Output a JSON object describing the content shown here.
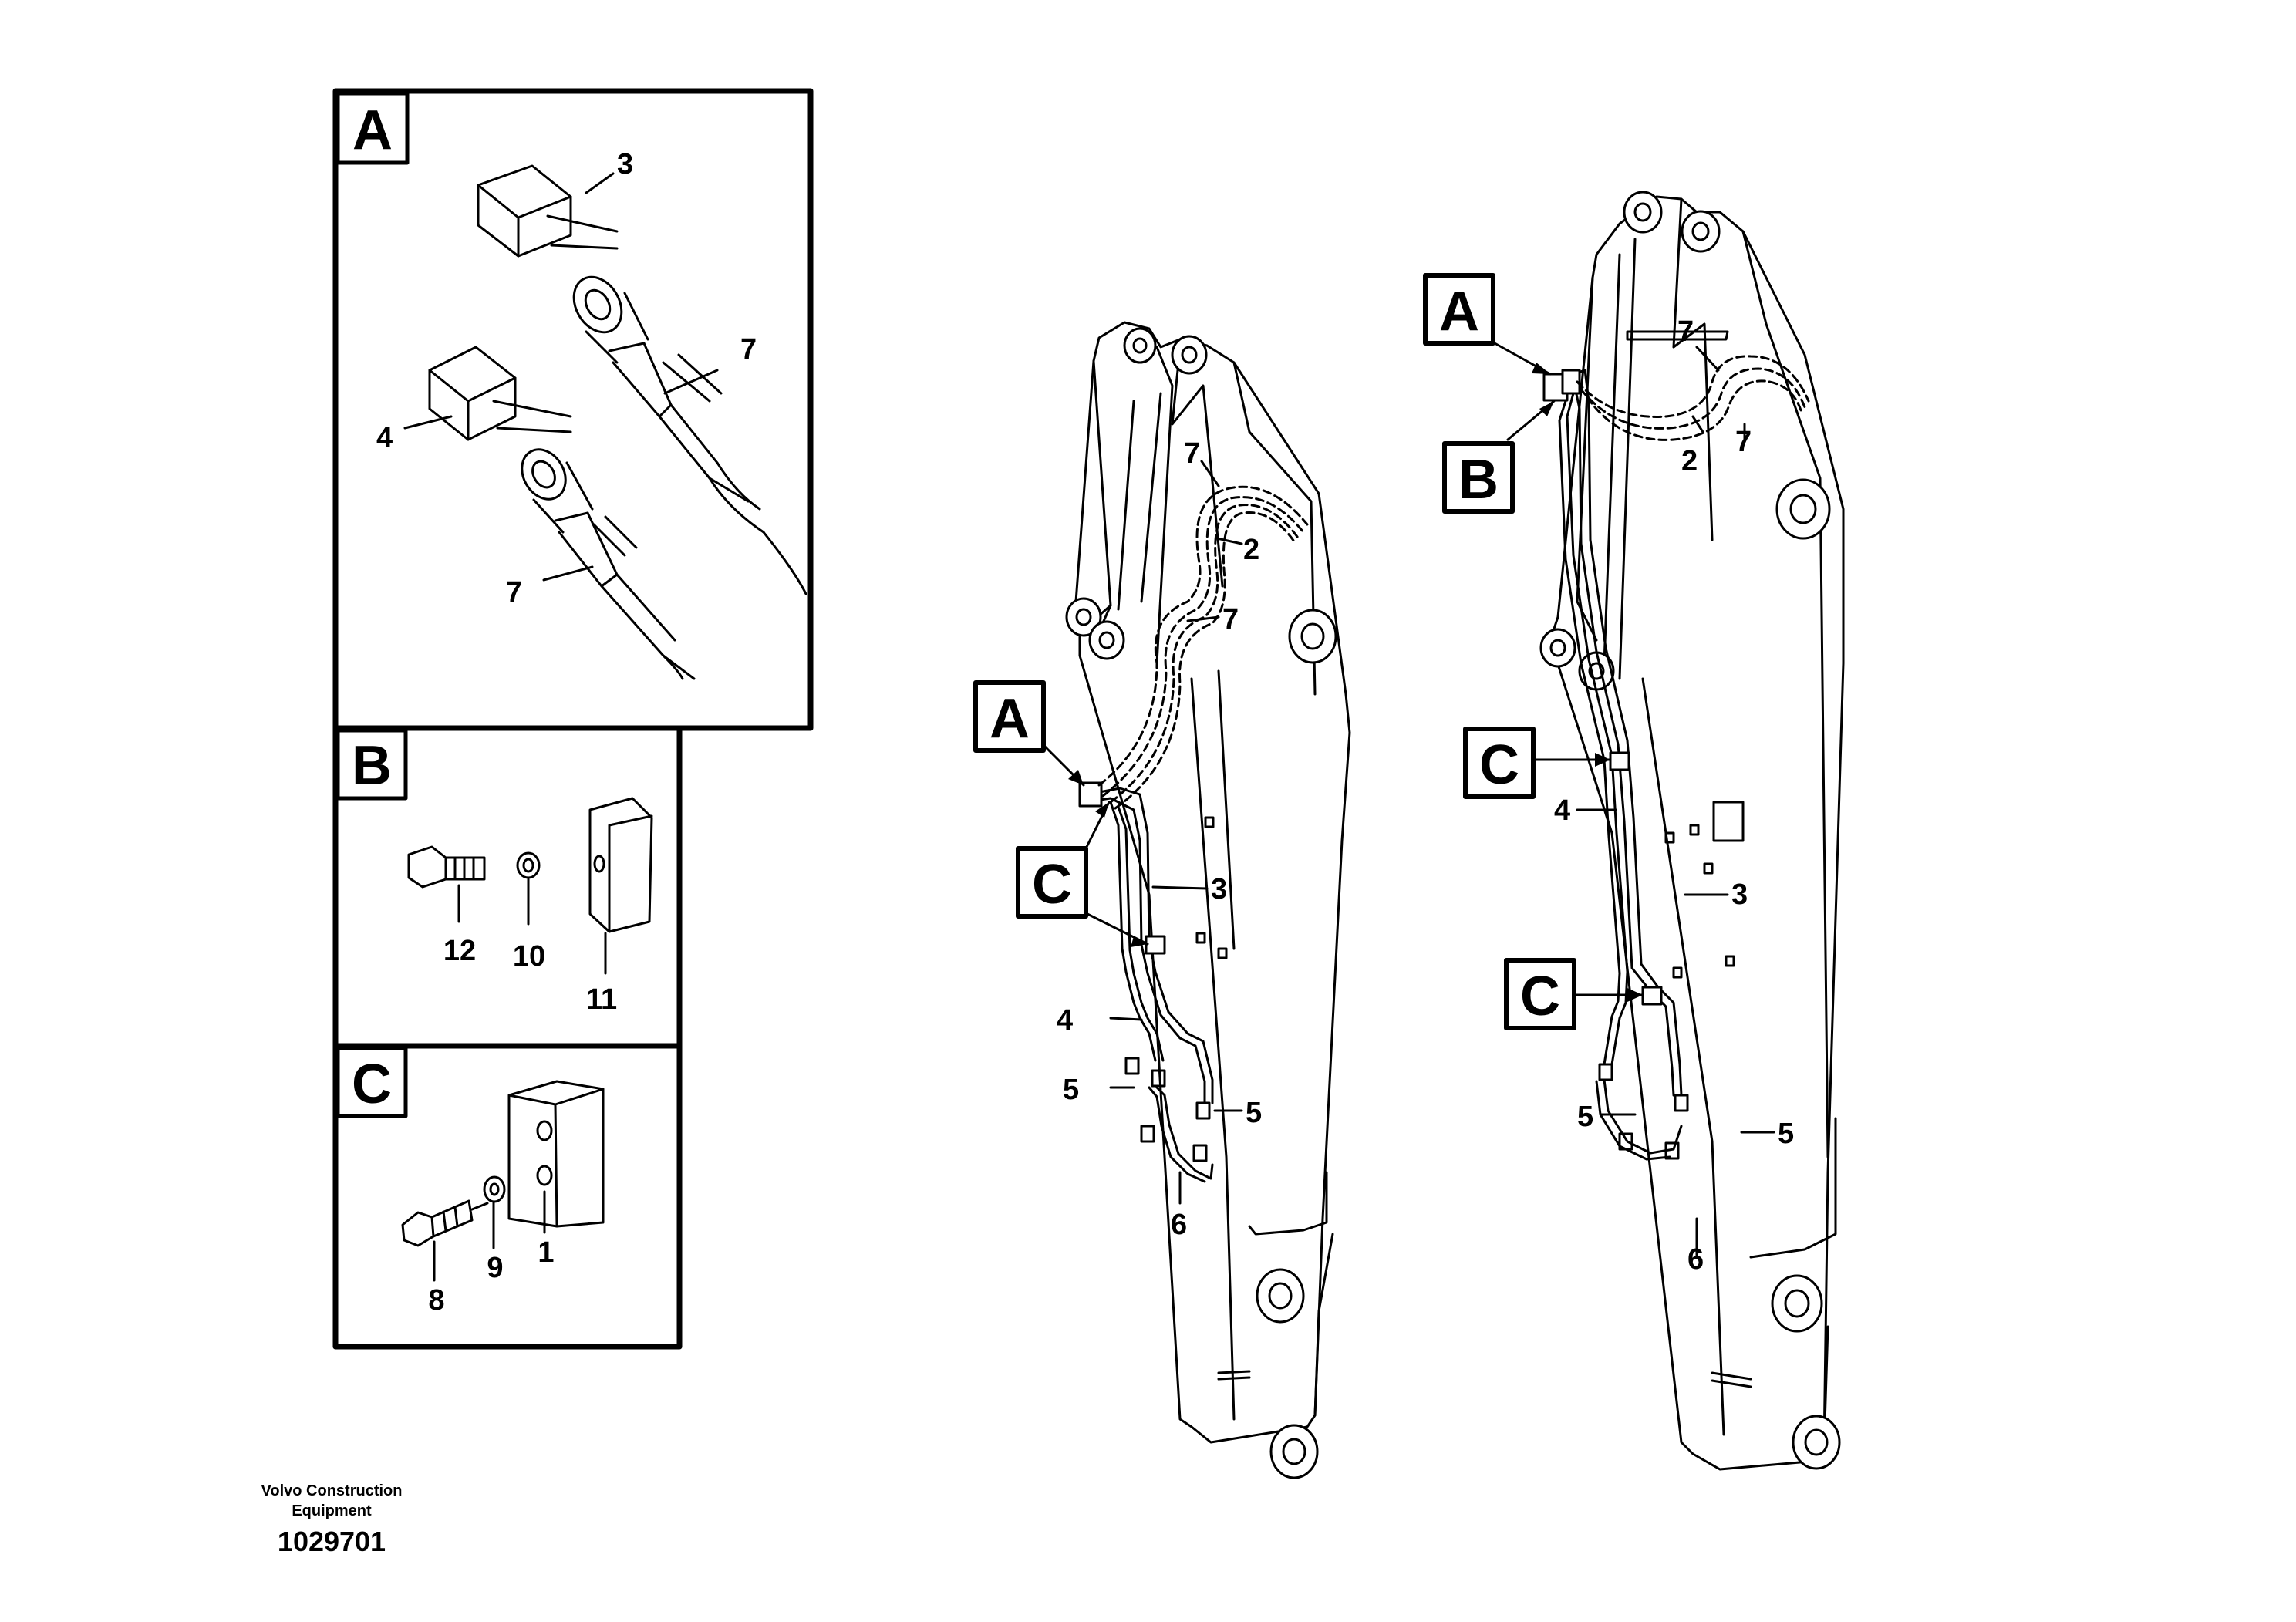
{
  "footer": {
    "company_line1": "Volvo Construction",
    "company_line2": "Equipment",
    "drawing_number": "1029701"
  },
  "detail_boxes": [
    {
      "letter": "A",
      "parts": [
        "3",
        "4",
        "7",
        "7"
      ]
    },
    {
      "letter": "B",
      "parts": [
        "12",
        "10",
        "11"
      ]
    },
    {
      "letter": "C",
      "parts": [
        "8",
        "9",
        "1"
      ]
    }
  ],
  "views": [
    {
      "name": "left",
      "callouts": [
        "A",
        "C"
      ],
      "parts": [
        "7",
        "2",
        "7",
        "3",
        "4",
        "5",
        "5",
        "6"
      ]
    },
    {
      "name": "right",
      "callouts": [
        "A",
        "B",
        "C",
        "C"
      ],
      "parts": [
        "7",
        "2",
        "7",
        "4",
        "3",
        "5",
        "5",
        "6"
      ]
    }
  ]
}
